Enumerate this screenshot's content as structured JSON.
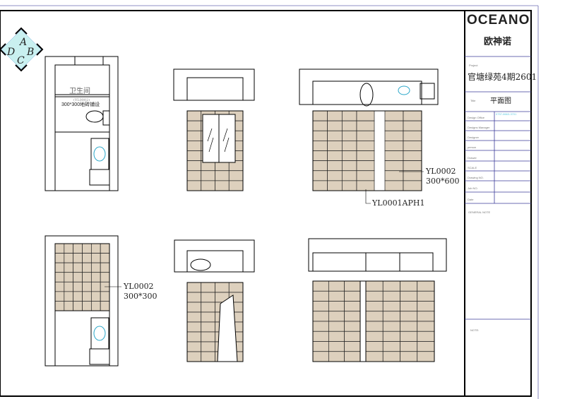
{
  "logo": {
    "text": "ADBC",
    "letters": [
      "A",
      "B",
      "C",
      "D"
    ]
  },
  "title_block": {
    "brand": "OCEANO",
    "brand_cn": "欧神诺",
    "project_label": "Project",
    "project": "官塘绿苑4期2601",
    "title_label": "Title",
    "title": "平面图",
    "rows": [
      "Design Office",
      "Designs Manager",
      "Designer",
      "person",
      "Drawer",
      "SCALE",
      "Drawing NO.",
      "Job NO.",
      "Date"
    ],
    "design_office_value": "0757-8663-3701",
    "general_note": "GENERAL NOTE",
    "note": "NOTE:"
  },
  "plan": {
    "room_name": "卫生间",
    "room_sub": "300*300地砖铺设",
    "room_code": "(YL0002)"
  },
  "labels": {
    "top_right_tile": [
      "YL0002",
      "300*600"
    ],
    "strip_tile": "YL0001APH1",
    "bottom_left_tile": [
      "YL0002",
      "300*300"
    ]
  },
  "colors": {
    "tile": "#ddd0bd",
    "frame": "#000000",
    "title_lines": "#3b3b9a",
    "fixture": "#2aa7c9"
  }
}
